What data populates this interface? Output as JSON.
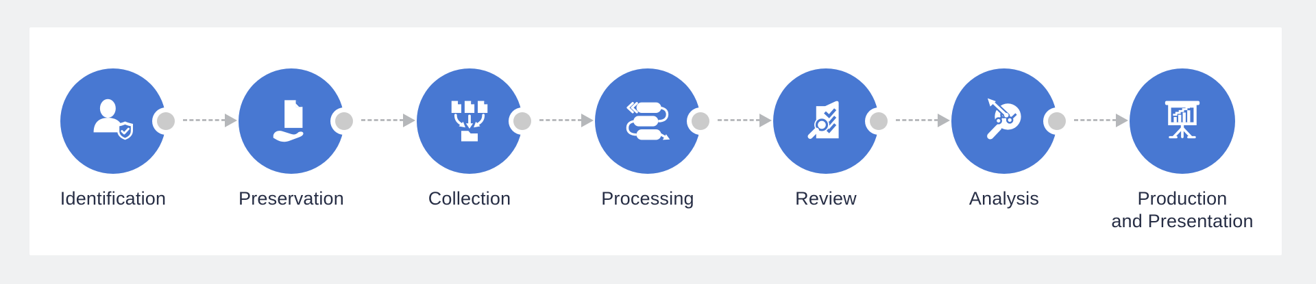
{
  "flow": {
    "title_hint": "process-flow-diagram",
    "steps": [
      {
        "label": "Identification",
        "label2": "",
        "icon": "user-shield-icon"
      },
      {
        "label": "Preservation",
        "label2": "",
        "icon": "hand-document-icon"
      },
      {
        "label": "Collection",
        "label2": "",
        "icon": "documents-to-folder-icon"
      },
      {
        "label": "Processing",
        "label2": "",
        "icon": "workflow-serpentine-arrow-icon"
      },
      {
        "label": "Review",
        "label2": "",
        "icon": "document-checklist-magnifier-icon"
      },
      {
        "label": "Analysis",
        "label2": "",
        "icon": "chart-magnifier-icon"
      },
      {
        "label": "Production",
        "label2": "and Presentation",
        "icon": "presentation-chart-icon"
      }
    ],
    "colors": {
      "page_bg": "#f0f1f2",
      "card_bg": "#ffffff",
      "circle_fill": "#4878d2",
      "icon_fill": "#ffffff",
      "connector_dot": "#cbcbcb",
      "connector_dash": "#b8babd",
      "connector_arrow": "#b5b7ba",
      "label_text": "#272e45"
    }
  }
}
